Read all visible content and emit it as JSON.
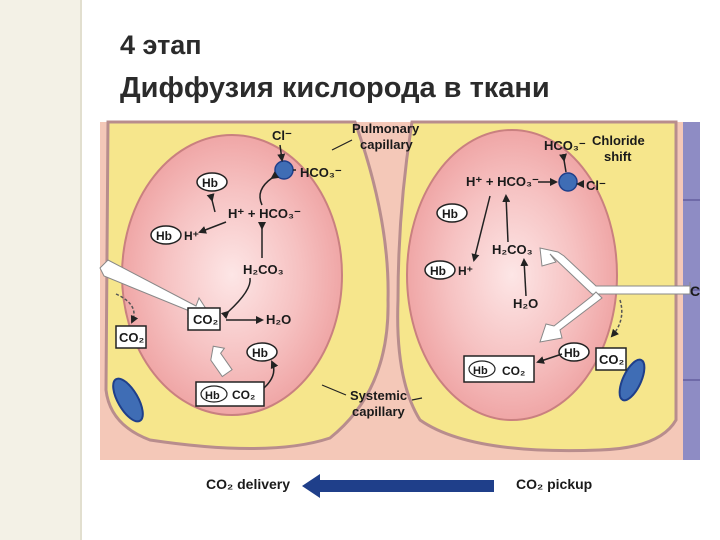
{
  "slide": {
    "title_line1": "4 этап",
    "title_line2": "Диффузия кислорода в ткани"
  },
  "labels": {
    "pulmonary_capillary_1": "Pulmonary",
    "pulmonary_capillary_2": "capillary",
    "systemic_capillary_1": "Systemic",
    "systemic_capillary_2": "capillary",
    "chloride_shift_1": "Chloride",
    "chloride_shift_2": "shift",
    "co2_delivery": "CO₂ delivery",
    "co2_pickup": "CO₂ pickup"
  },
  "left_cell": {
    "cl": "Cl⁻",
    "hco3": "HCO₃⁻",
    "hb_top": "Hb",
    "hb_h": "Hb",
    "h_sup": "H⁺",
    "h_plus_hco3": "H⁺ + HCO₃⁻",
    "h2co3": "H₂CO₃",
    "co2_center": "CO₂",
    "h2o": "H₂O",
    "hb_dot": "Hb",
    "hb_co2_hb": "Hb",
    "hb_co2_co2": "CO₂",
    "co2_plasma": "CO₂"
  },
  "right_cell": {
    "hco3_top": "HCO₃⁻",
    "cl": "Cl⁻",
    "h_plus_hco3": "H⁺ + HCO₃⁻",
    "hb_top": "Hb",
    "hb_h": "Hb",
    "h_sup": "H⁺",
    "h2co3": "H₂CO₃",
    "h2o": "H₂O",
    "hb_co2_hb": "Hb",
    "hb_co2_co2": "CO₂",
    "hb_dot": "Hb",
    "co2_plasma": "CO₂",
    "edge_c": "C"
  },
  "colors": {
    "plasma": "#f6e68c",
    "cell": "#f0a8a8",
    "cell_core": "#f7cfcf",
    "tissue": "#f4c8b8",
    "membrane": "#b88d8d",
    "channel": "#3f6db5",
    "tissue_cell": "#8e8cc4",
    "arrow_blue": "#1f3f8a"
  }
}
